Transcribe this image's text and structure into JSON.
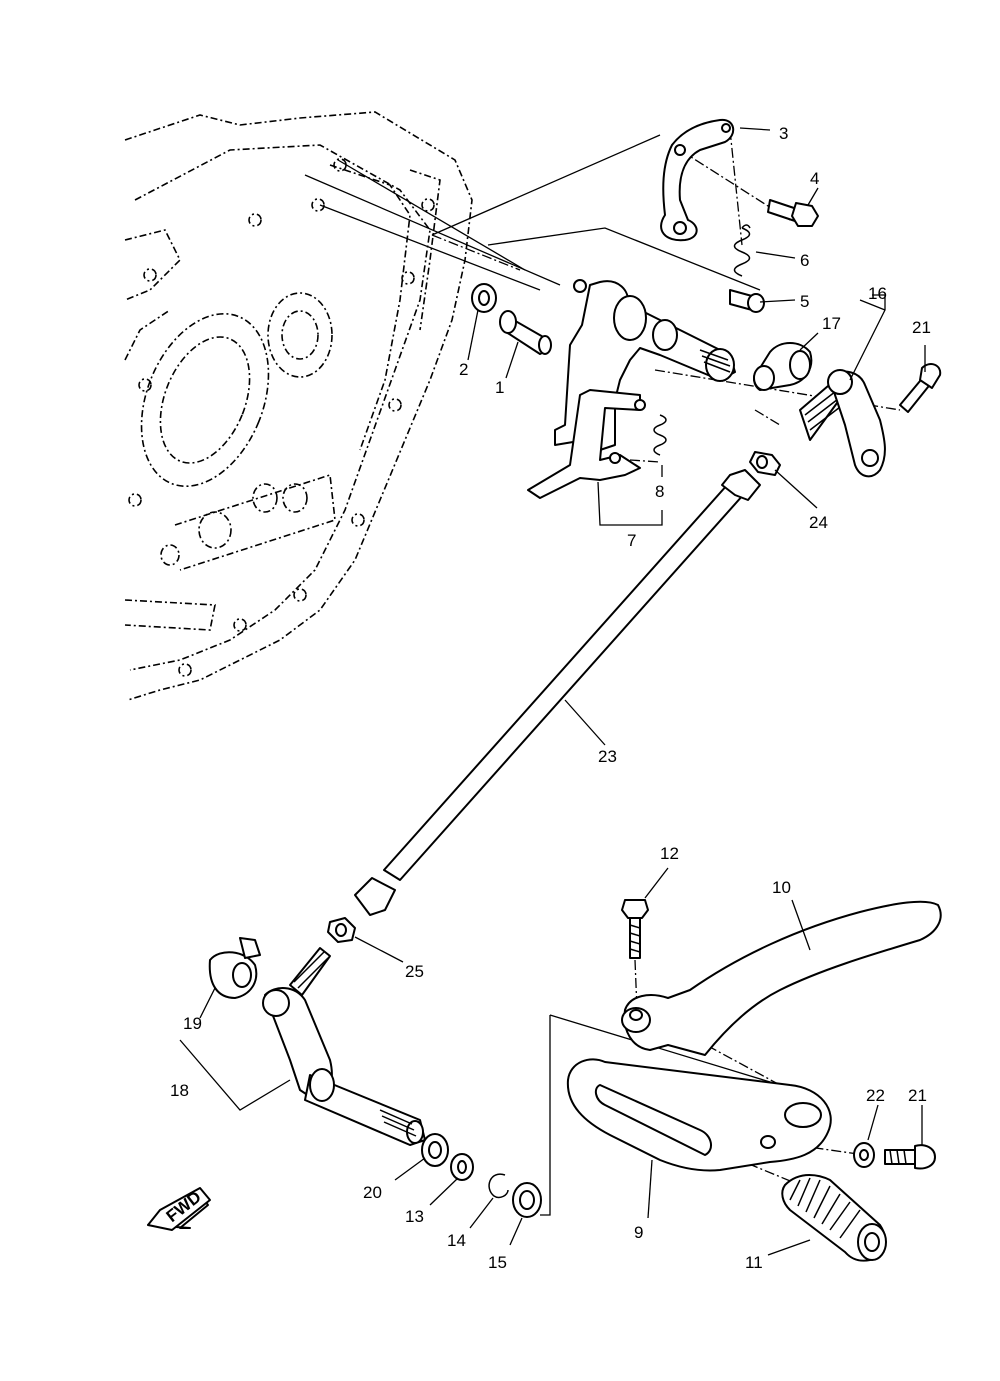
{
  "callouts": {
    "p1": "1",
    "p2": "2",
    "p3": "3",
    "p4": "4",
    "p5": "5",
    "p6": "6",
    "p7": "7",
    "p8": "8",
    "p9": "9",
    "p10": "10",
    "p11": "11",
    "p12": "12",
    "p13": "13",
    "p14": "14",
    "p15": "15",
    "p16": "16",
    "p17": "17",
    "p18": "18",
    "p19": "19",
    "p20": "20",
    "p21a": "21",
    "p21b": "21",
    "p22": "22",
    "p23": "23",
    "p24": "24",
    "p25": "25"
  },
  "direction_badge": "FWD"
}
